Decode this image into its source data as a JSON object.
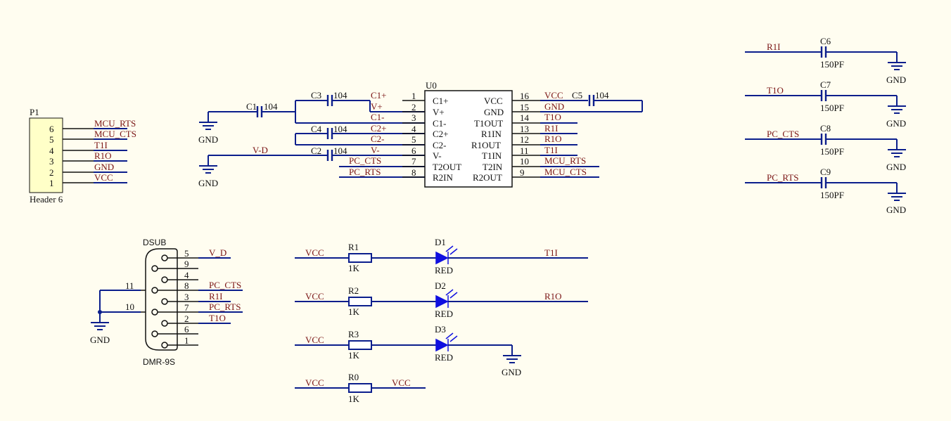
{
  "colors": {
    "background": "#fffdf0",
    "wire": "#0b1e8c",
    "net_label": "#7a1414",
    "text": "#111111",
    "led": "#1010e0",
    "header_fill": "#ffffc8"
  },
  "icons": [
    "ground-symbol",
    "capacitor-symbol",
    "resistor-symbol",
    "led-symbol",
    "connector-symbol"
  ],
  "header": {
    "designator": "P1",
    "comment": "Header 6",
    "pins": [
      {
        "num": "6",
        "net": "MCU_RTS"
      },
      {
        "num": "5",
        "net": "MCU_CTS"
      },
      {
        "num": "4",
        "net": "T1I"
      },
      {
        "num": "3",
        "net": "R1O"
      },
      {
        "num": "2",
        "net": "GND"
      },
      {
        "num": "1",
        "net": "VCC"
      }
    ]
  },
  "u0": {
    "designator": "U0",
    "left_pins": [
      {
        "num": "1",
        "name": "C1+",
        "net": "C1+"
      },
      {
        "num": "2",
        "name": "V+",
        "net": "V+"
      },
      {
        "num": "3",
        "name": "C1-",
        "net": "C1-"
      },
      {
        "num": "4",
        "name": "C2+",
        "net": "C2+"
      },
      {
        "num": "5",
        "name": "C2-",
        "net": "C2-"
      },
      {
        "num": "6",
        "name": "V-",
        "net": "V-"
      },
      {
        "num": "7",
        "name": "T2OUT",
        "net": "PC_CTS"
      },
      {
        "num": "8",
        "name": "R2IN",
        "net": "PC_RTS"
      }
    ],
    "right_pins": [
      {
        "num": "16",
        "name": "VCC",
        "net": "VCC"
      },
      {
        "num": "15",
        "name": "GND",
        "net": "GND"
      },
      {
        "num": "14",
        "name": "T1OUT",
        "net": "T1O"
      },
      {
        "num": "13",
        "name": "R1IN",
        "net": "R1I"
      },
      {
        "num": "12",
        "name": "R1OUT",
        "net": "R1O"
      },
      {
        "num": "11",
        "name": "T1IN",
        "net": "T1I"
      },
      {
        "num": "10",
        "name": "T2IN",
        "net": "MCU_RTS"
      },
      {
        "num": "9",
        "name": "R2OUT",
        "net": "MCU_CTS"
      }
    ]
  },
  "pump_caps": {
    "c1": {
      "designator": "C1",
      "value": "104"
    },
    "c2": {
      "designator": "C2",
      "value": "104",
      "net": "V-D"
    },
    "c3": {
      "designator": "C3",
      "value": "104"
    },
    "c4": {
      "designator": "C4",
      "value": "104"
    },
    "c5": {
      "designator": "C5",
      "value": "104"
    }
  },
  "gnd_label": "GND",
  "filter_caps": [
    {
      "designator": "C6",
      "value": "150PF",
      "net": "R1I"
    },
    {
      "designator": "C7",
      "value": "150PF",
      "net": "T1O"
    },
    {
      "designator": "C8",
      "value": "150PF",
      "net": "PC_CTS"
    },
    {
      "designator": "C9",
      "value": "150PF",
      "net": "PC_RTS"
    }
  ],
  "dsub": {
    "designator": "DSUB",
    "comment": "DMR-9S",
    "pins": [
      {
        "num": "5",
        "net": "V_D"
      },
      {
        "num": "9",
        "net": ""
      },
      {
        "num": "4",
        "net": ""
      },
      {
        "num": "8",
        "net": "PC_CTS"
      },
      {
        "num": "3",
        "net": "R1I"
      },
      {
        "num": "7",
        "net": "PC_RTS"
      },
      {
        "num": "2",
        "net": "T1O"
      },
      {
        "num": "6",
        "net": ""
      },
      {
        "num": "1",
        "net": ""
      }
    ],
    "shell_pins": [
      "11",
      "10"
    ]
  },
  "led_rows": [
    {
      "res": "R1",
      "value": "1K",
      "in_net": "VCC",
      "led": "D1",
      "led_value": "RED",
      "out_net": "T1I"
    },
    {
      "res": "R2",
      "value": "1K",
      "in_net": "VCC",
      "led": "D2",
      "led_value": "RED",
      "out_net": "R1O"
    },
    {
      "res": "R3",
      "value": "1K",
      "in_net": "VCC",
      "led": "D3",
      "led_value": "RED",
      "out_net": "GND"
    }
  ],
  "r0": {
    "res": "R0",
    "value": "1K",
    "in_net": "VCC",
    "out_net": "VCC"
  }
}
